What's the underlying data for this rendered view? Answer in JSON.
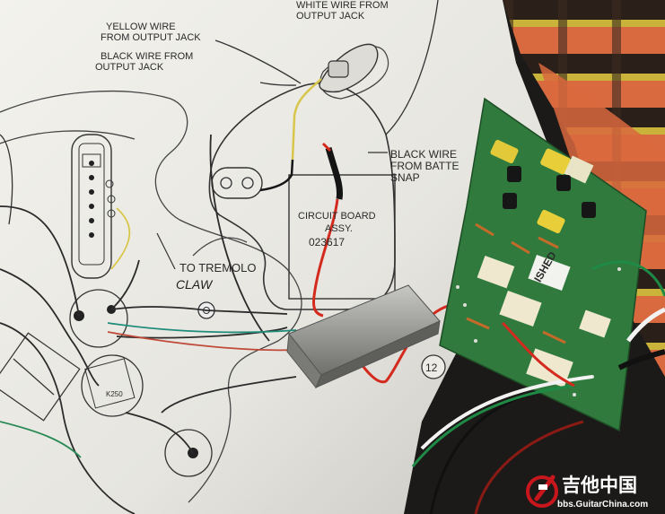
{
  "labels": {
    "white_wire_1": "WHITE WIRE FROM",
    "white_wire_2": "OUTPUT JACK",
    "yellow_wire_1": "YELLOW WIRE",
    "yellow_wire_2": "FROM OUTPUT JACK",
    "black_wire_jack_1": "BLACK WIRE FROM",
    "black_wire_jack_2": "OUTPUT JACK",
    "black_wire_batt_1": "BLACK WIRE",
    "black_wire_batt_2": "FROM BATTE",
    "black_wire_batt_3": "SNAP",
    "circuit_board_1": "CIRCUIT BOARD",
    "circuit_board_2": "ASSY.",
    "circuit_board_3": "023617",
    "to_tremolo": "TO TREMOLO",
    "claw": "CLAW",
    "callout_12": "12",
    "pot_label": "K250",
    "pcb_text": "ISHED"
  },
  "watermark": {
    "chinese": "吉他中国",
    "url": "bbs.GuitarChina.com"
  },
  "colors": {
    "paper": "#ecebe6",
    "pcb": "#2f7a3c",
    "red_wire": "#d42a1e",
    "yellow_wire": "#d8c64a",
    "cloth_orange": "#d9683e",
    "watermark_red": "#c8161d"
  }
}
